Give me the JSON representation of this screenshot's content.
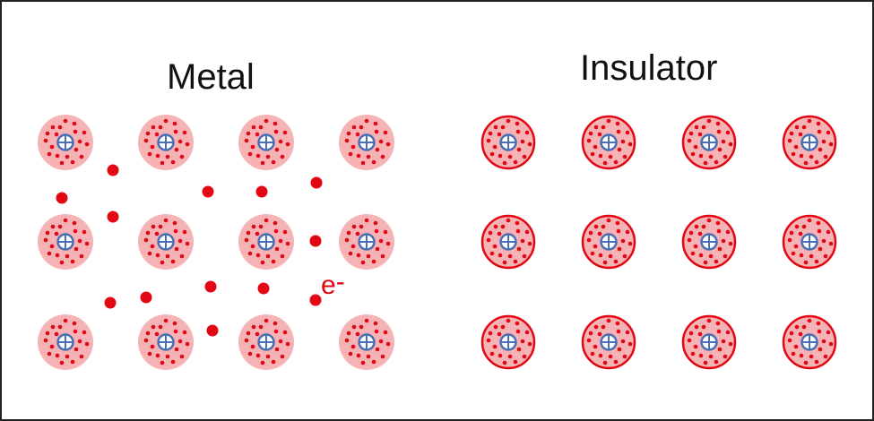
{
  "metal": {
    "title": "Metal"
  },
  "insulator": {
    "title": "Insulator"
  },
  "electron_label": {
    "base": "e",
    "superscript": "-"
  },
  "colors": {
    "atom_fill": "#f6b3b5",
    "electron": "#e30613",
    "nucleus": "#4a6fb5",
    "insulator_outline": "#e30613"
  }
}
